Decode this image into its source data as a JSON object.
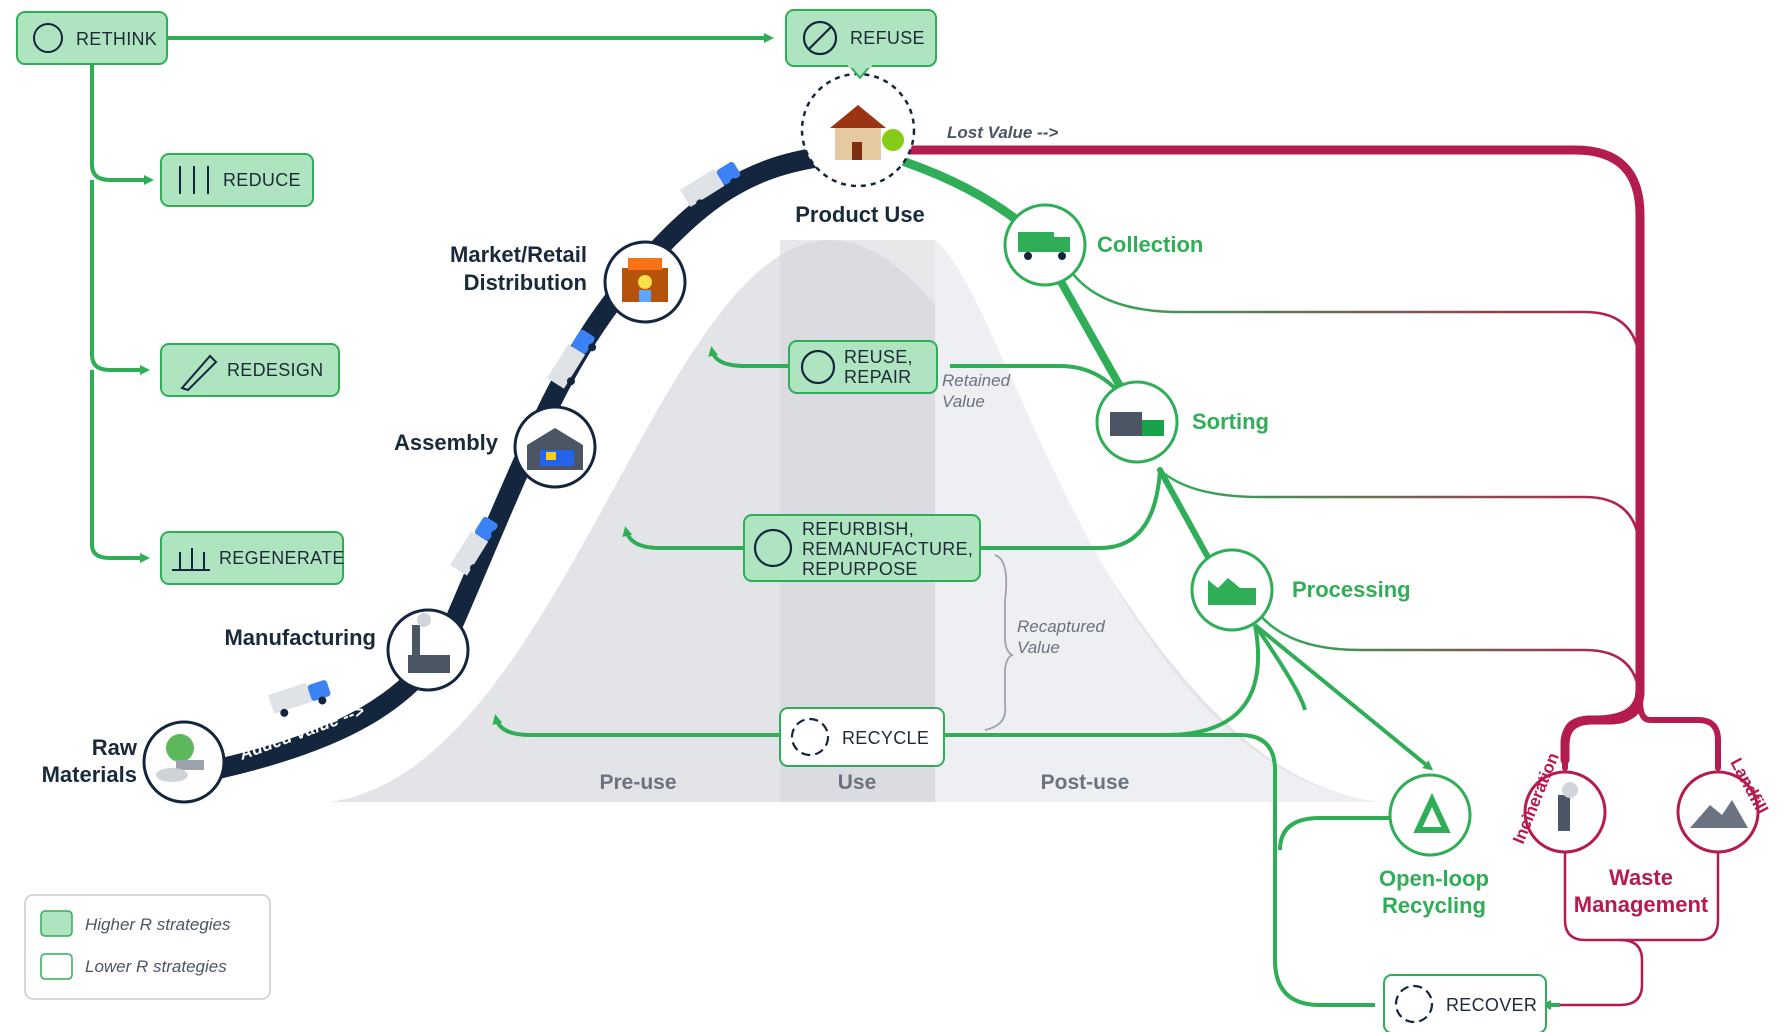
{
  "strategies": {
    "rethink": "RETHINK",
    "refuse": "REFUSE",
    "reduce": "REDUCE",
    "redesign": "REDESIGN",
    "regenerate": "REGENERATE",
    "reuse_line1": "REUSE,",
    "reuse_line2": "REPAIR",
    "refurbish_line1": "REFURBISH,",
    "refurbish_line2": "REMANUFACTURE,",
    "refurbish_line3": "REPURPOSE",
    "recycle": "RECYCLE",
    "recover": "RECOVER"
  },
  "stages": {
    "raw_line1": "Raw",
    "raw_line2": "Materials",
    "manufacturing": "Manufacturing",
    "assembly": "Assembly",
    "market_line1": "Market/Retail",
    "market_line2": "Distribution",
    "product_use": "Product Use"
  },
  "post_use": {
    "collection": "Collection",
    "sorting": "Sorting",
    "processing": "Processing",
    "open_loop_line1": "Open-loop",
    "open_loop_line2": "Recycling",
    "waste_line1": "Waste",
    "waste_line2": "Management",
    "incineration": "Incineration",
    "landfill": "Landfill"
  },
  "annotations": {
    "added_value": "Added value -->",
    "lost_value": "Lost Value -->",
    "retained_line1": "Retained",
    "retained_line2": "Value",
    "recaptured_line1": "Recaptured",
    "recaptured_line2": "Value"
  },
  "phases": {
    "pre_use": "Pre-use",
    "use": "Use",
    "post_use": "Post-use"
  },
  "legend": {
    "higher": "Higher R strategies",
    "lower": "Lower R strategies"
  },
  "colors": {
    "green": "#2fae57",
    "light_green_fill": "#aee5c0",
    "navy": "#14263d",
    "crimson": "#b51c4e",
    "grey_curve": "#e6e7ea"
  }
}
